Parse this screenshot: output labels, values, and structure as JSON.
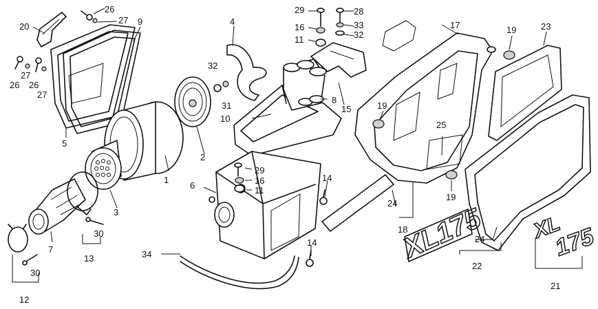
{
  "callouts": [
    {
      "id": "c1",
      "text": "1"
    },
    {
      "id": "c2",
      "text": "2"
    },
    {
      "id": "c3",
      "text": "3"
    },
    {
      "id": "c4",
      "text": "4"
    },
    {
      "id": "c5",
      "text": "5"
    },
    {
      "id": "c6",
      "text": "6"
    },
    {
      "id": "c7",
      "text": "7"
    },
    {
      "id": "c8",
      "text": "8"
    },
    {
      "id": "c9",
      "text": "9"
    },
    {
      "id": "c10",
      "text": "10"
    },
    {
      "id": "c11a",
      "text": "11"
    },
    {
      "id": "c11b",
      "text": "11"
    },
    {
      "id": "c12",
      "text": "12"
    },
    {
      "id": "c13",
      "text": "13"
    },
    {
      "id": "c14a",
      "text": "14"
    },
    {
      "id": "c14b",
      "text": "14"
    },
    {
      "id": "c15",
      "text": "15"
    },
    {
      "id": "c16a",
      "text": "16"
    },
    {
      "id": "c16b",
      "text": "16"
    },
    {
      "id": "c17",
      "text": "17"
    },
    {
      "id": "c18",
      "text": "18"
    },
    {
      "id": "c19a",
      "text": "19"
    },
    {
      "id": "c19b",
      "text": "19"
    },
    {
      "id": "c19c",
      "text": "19"
    },
    {
      "id": "c20",
      "text": "20"
    },
    {
      "id": "c21",
      "text": "21"
    },
    {
      "id": "c22",
      "text": "22"
    },
    {
      "id": "c23",
      "text": "23"
    },
    {
      "id": "c24a",
      "text": "24"
    },
    {
      "id": "c24b",
      "text": "24"
    },
    {
      "id": "c25",
      "text": "25"
    },
    {
      "id": "c26a",
      "text": "26"
    },
    {
      "id": "c26b",
      "text": "26"
    },
    {
      "id": "c26c",
      "text": "26"
    },
    {
      "id": "c27a",
      "text": "27"
    },
    {
      "id": "c27b",
      "text": "27"
    },
    {
      "id": "c27c",
      "text": "27"
    },
    {
      "id": "c28",
      "text": "28"
    },
    {
      "id": "c29a",
      "text": "29"
    },
    {
      "id": "c29b",
      "text": "29"
    },
    {
      "id": "c30a",
      "text": "30"
    },
    {
      "id": "c30b",
      "text": "30"
    },
    {
      "id": "c31",
      "text": "31"
    },
    {
      "id": "c32a",
      "text": "32"
    },
    {
      "id": "c32b",
      "text": "32"
    },
    {
      "id": "c33",
      "text": "33"
    },
    {
      "id": "c34",
      "text": "34"
    }
  ],
  "emblems": {
    "left": "XL175",
    "right_top": "XL",
    "right_bottom": "175"
  }
}
